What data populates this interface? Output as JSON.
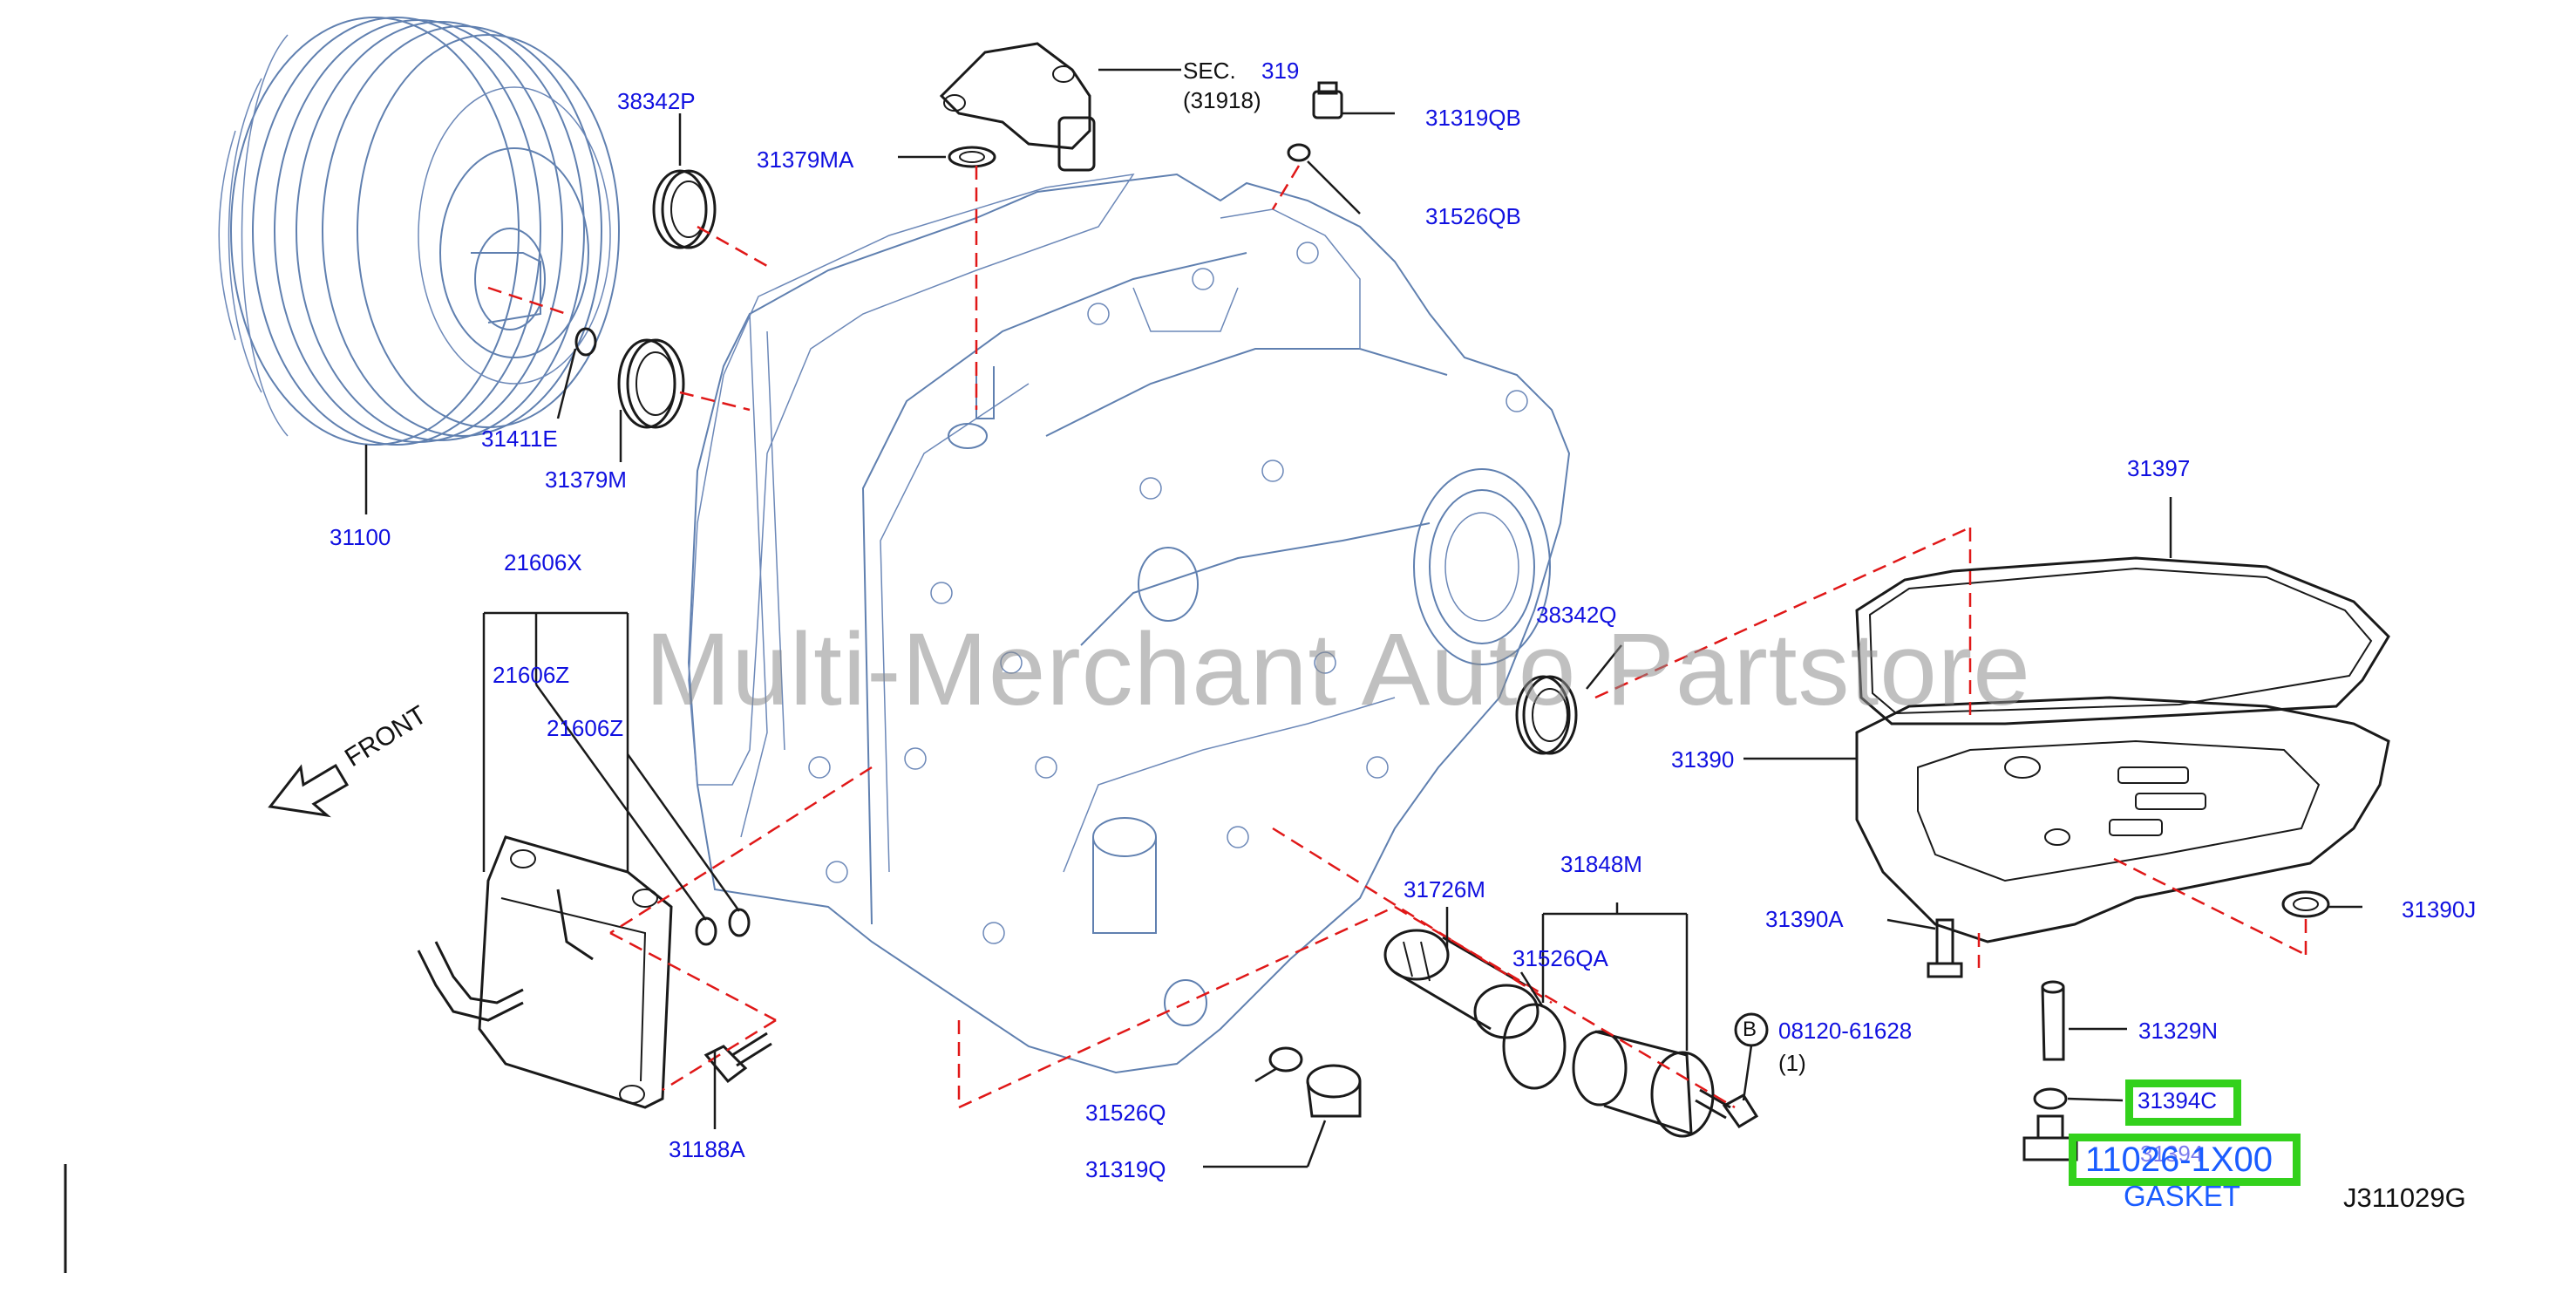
{
  "diagram": {
    "code": "J311029G",
    "watermark": "Multi-Merchant Auto Partstore",
    "front_label": "FRONT",
    "sec_label": "SEC.",
    "sec_number": "319",
    "sec_sub": "(31918)",
    "bolt_ref_letter": "B",
    "bolt_ref_part": "08120-61628",
    "bolt_ref_qty": "(1)",
    "parts": [
      "31100",
      "31411E",
      "31379M",
      "38342P",
      "31379MA",
      "31319QB",
      "31526QB",
      "38342Q",
      "31397",
      "31390",
      "31390A",
      "31390J",
      "31329N",
      "31394C",
      "21606X",
      "21606Z",
      "21606Z",
      "31188A",
      "31526Q",
      "31319Q",
      "31726M",
      "31526QA",
      "31848M"
    ],
    "highlight": {
      "part_number": "11026-1X00",
      "description": "GASKET",
      "hidden_label": "31394"
    }
  },
  "colors": {
    "label": "#1010e0",
    "line": "#1a1a1a",
    "casing": "#6080b0",
    "dash": "#e01818",
    "highlight": "#33d11c",
    "highlight_text": "#1a5cff"
  }
}
